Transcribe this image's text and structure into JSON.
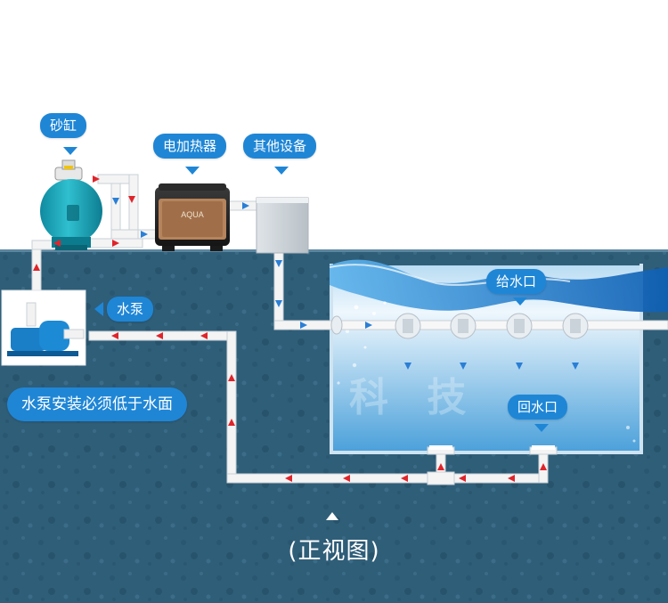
{
  "labels": {
    "sand_tank": "砂缸",
    "heater": "电加热器",
    "other_equipment": "其他设备",
    "pump": "水泵",
    "pump_note": "水泵安装必须低于水面",
    "inlet": "给水口",
    "outlet": "回水口",
    "view": "(正视图)"
  },
  "heater_brand": "AQUA",
  "watermark": "科 技",
  "colors": {
    "ground": "#2f5e79",
    "accent": "#1f86d6",
    "pipe": "#f2f2f2",
    "flow_red": "#e0242b",
    "flow_blue": "#2a7fd6",
    "tank": "#1aa2b3"
  },
  "icons": [
    "sand-filter-tank-icon",
    "electric-heater-icon",
    "equipment-box-icon",
    "water-pump-icon",
    "inlet-nozzle-icon",
    "return-drain-icon"
  ]
}
